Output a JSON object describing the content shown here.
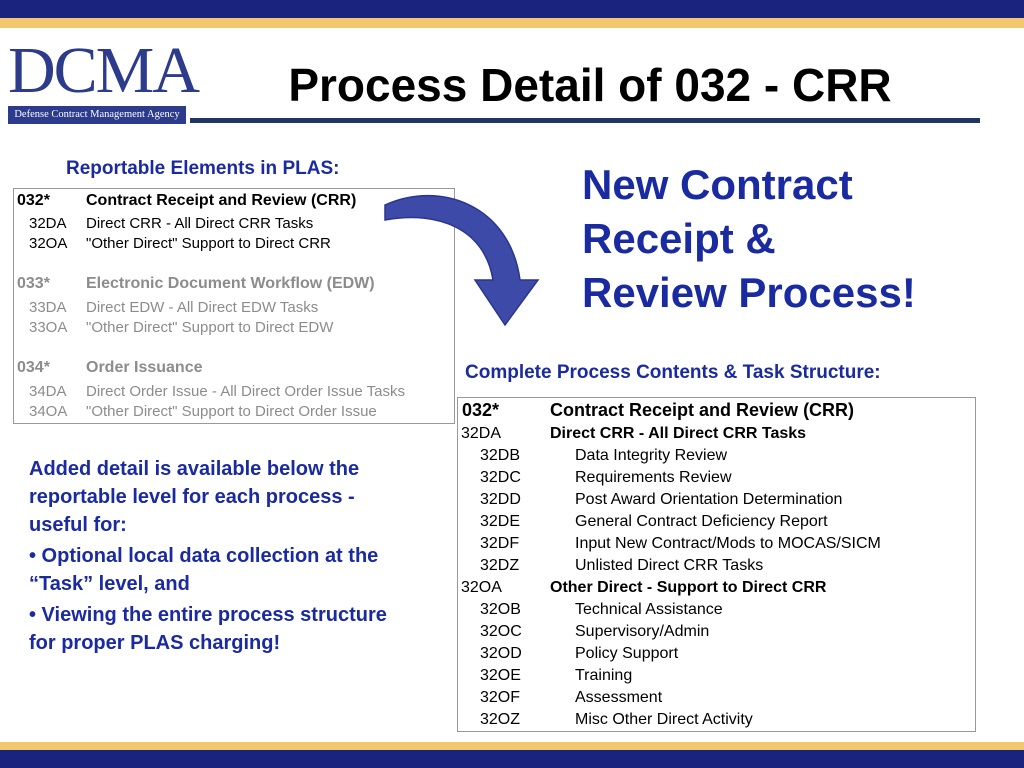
{
  "header": {
    "logo_text": "DCMA",
    "logo_subtitle": "Defense Contract Management Agency",
    "title": "Process Detail of 032 - CRR"
  },
  "left_panel": {
    "heading": "Reportable Elements in PLAS:",
    "rows": [
      {
        "code": "032*",
        "desc": "Contract Receipt and Review (CRR)"
      },
      {
        "code": "32DA",
        "desc": "Direct CRR - All Direct CRR Tasks"
      },
      {
        "code": "32OA",
        "desc": "\"Other Direct\" Support to Direct CRR"
      },
      {
        "code": "033*",
        "desc": "Electronic Document Workflow (EDW)"
      },
      {
        "code": "33DA",
        "desc": "Direct EDW - All Direct EDW Tasks"
      },
      {
        "code": "33OA",
        "desc": "\"Other Direct\" Support to Direct EDW"
      },
      {
        "code": "034*",
        "desc": "Order Issuance"
      },
      {
        "code": "34DA",
        "desc": "Direct Order Issue - All Direct Order Issue Tasks"
      },
      {
        "code": "34OA",
        "desc": "\"Other Direct\" Support to Direct Order Issue"
      }
    ]
  },
  "callout": {
    "line1": "New Contract",
    "line2": "Receipt &",
    "line3": "Review Process!"
  },
  "notes": {
    "para1": "Added detail is available below the reportable level for each process - useful for:",
    "bullet1": "• Optional local data collection at the “Task” level, and",
    "bullet2": "• Viewing the entire process structure for proper PLAS charging!"
  },
  "right_panel": {
    "heading": "Complete Process Contents & Task Structure:",
    "rows": [
      {
        "code": "032*",
        "desc": "Contract Receipt and Review (CRR)"
      },
      {
        "code": "32DA",
        "desc": "Direct CRR - All Direct CRR Tasks"
      },
      {
        "code": "32DB",
        "desc": "Data Integrity Review"
      },
      {
        "code": "32DC",
        "desc": "Requirements Review"
      },
      {
        "code": "32DD",
        "desc": "Post Award Orientation Determination"
      },
      {
        "code": "32DE",
        "desc": "General Contract Deficiency Report"
      },
      {
        "code": "32DF",
        "desc": "Input New Contract/Mods to MOCAS/SICM"
      },
      {
        "code": "32DZ",
        "desc": "Unlisted Direct CRR Tasks"
      },
      {
        "code": "32OA",
        "desc": "Other Direct - Support to Direct CRR"
      },
      {
        "code": "32OB",
        "desc": "Technical Assistance"
      },
      {
        "code": "32OC",
        "desc": "Supervisory/Admin"
      },
      {
        "code": "32OD",
        "desc": "Policy Support"
      },
      {
        "code": "32OE",
        "desc": "Training"
      },
      {
        "code": "32OF",
        "desc": "Assessment"
      },
      {
        "code": "32OZ",
        "desc": "Misc Other Direct Activity"
      }
    ]
  },
  "colors": {
    "navy": "#1a237e",
    "gold": "#f2c76e",
    "heading_blue": "#1a2aa0",
    "muted_grey": "#8c8c8c",
    "arrow_blue": "#3d4aa8"
  }
}
